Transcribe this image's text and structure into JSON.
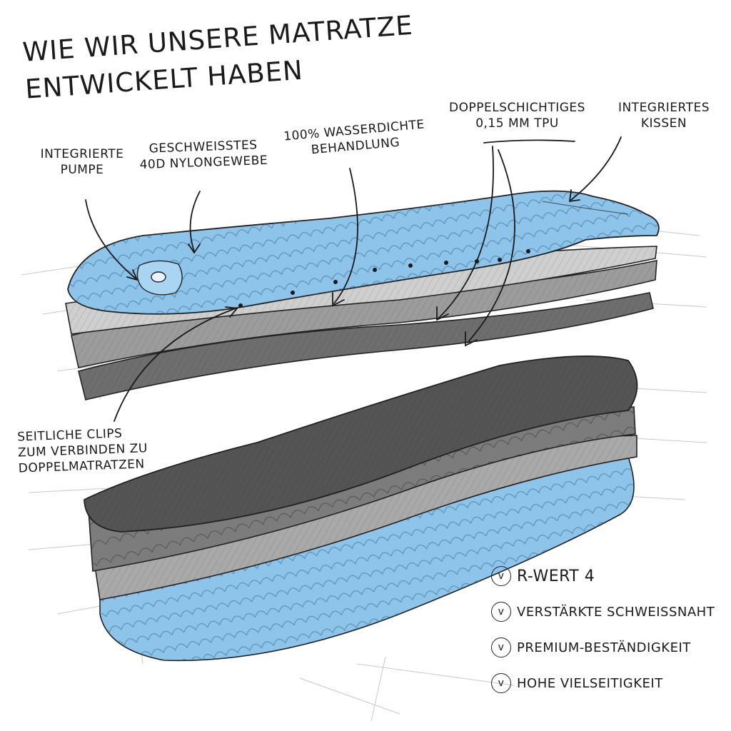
{
  "title": {
    "line1": "WIE WIR UNSERE MATRATZE",
    "line2": "ENTWICKELT HABEN"
  },
  "labels": {
    "pump": [
      "INTEGRIERTE",
      "PUMPE"
    ],
    "nylon": [
      "GESCHWEISSTES",
      "40D NYLONGEWEBE"
    ],
    "waterproof": [
      "100% WASSERDICHTE",
      "BEHANDLUNG"
    ],
    "tpu": [
      "DOPPELSCHICHTIGES",
      "0,15 MM TPU"
    ],
    "pillow": [
      "INTEGRIERTES",
      "KISSEN"
    ],
    "clips": [
      "SEITLICHE CLIPS",
      "ZUM VERBINDEN ZU",
      "DOPPELMATRATZEN"
    ]
  },
  "checklist": [
    {
      "mark": "v",
      "text": "R-WERT 4"
    },
    {
      "mark": "v",
      "text": "VERSTÄRKTE SCHWEISSNAHT"
    },
    {
      "mark": "v",
      "text": "PREMIUM-BESTÄNDIGKEIT"
    },
    {
      "mark": "v",
      "text": "HOHE VIELSEITIGKEIT"
    }
  ],
  "colors": {
    "mattress_blue": "#8ec3ea",
    "mattress_blue_dark": "#5f9fd0",
    "layer_gray_light": "#d4d4d4",
    "layer_gray_mid": "#a9a9a9",
    "layer_gray_dark": "#6e6e6e",
    "layer_charcoal": "#545454",
    "ink": "#1a1a1a"
  },
  "icons": [
    "arrow-icon",
    "check-circle-icon",
    "pump-valve-icon"
  ]
}
